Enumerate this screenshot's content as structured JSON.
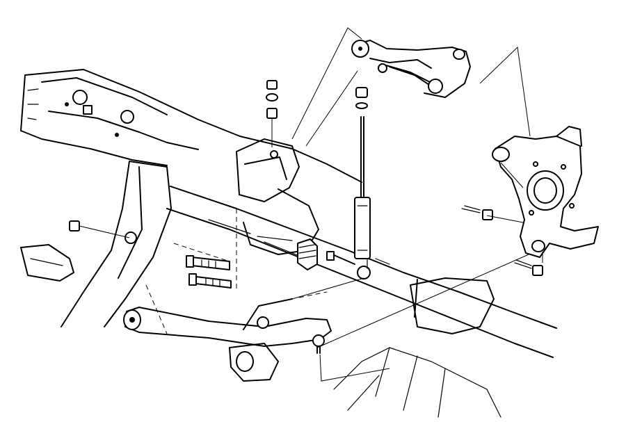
{
  "diagram": {
    "style": "exploded line drawing",
    "colors": {
      "ink": "#000000",
      "paper": "#ffffff"
    },
    "parts": [
      "frame-crossmember",
      "lower-control-arm",
      "upper-control-arm",
      "steering-knuckle",
      "shock-absorber",
      "jounce-bumper",
      "pivot-bolts",
      "nuts-and-washers",
      "cotter-pins",
      "ball-joint"
    ]
  }
}
